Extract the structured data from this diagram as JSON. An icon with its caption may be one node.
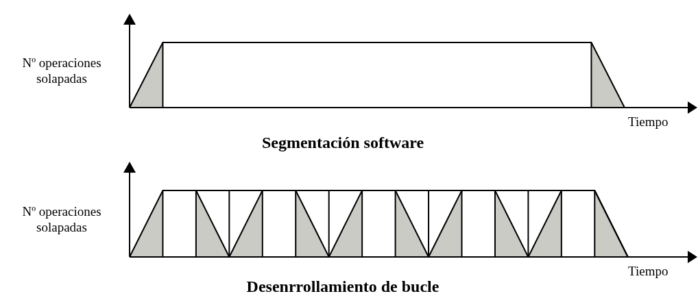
{
  "diagram": {
    "labels": [
      "Nº operaciones solapadas",
      "Tiempo",
      "Segmentación software",
      "Nº operaciones solapadas",
      "Tiempo",
      "Desenrrollamiento de bucle"
    ]
  }
}
